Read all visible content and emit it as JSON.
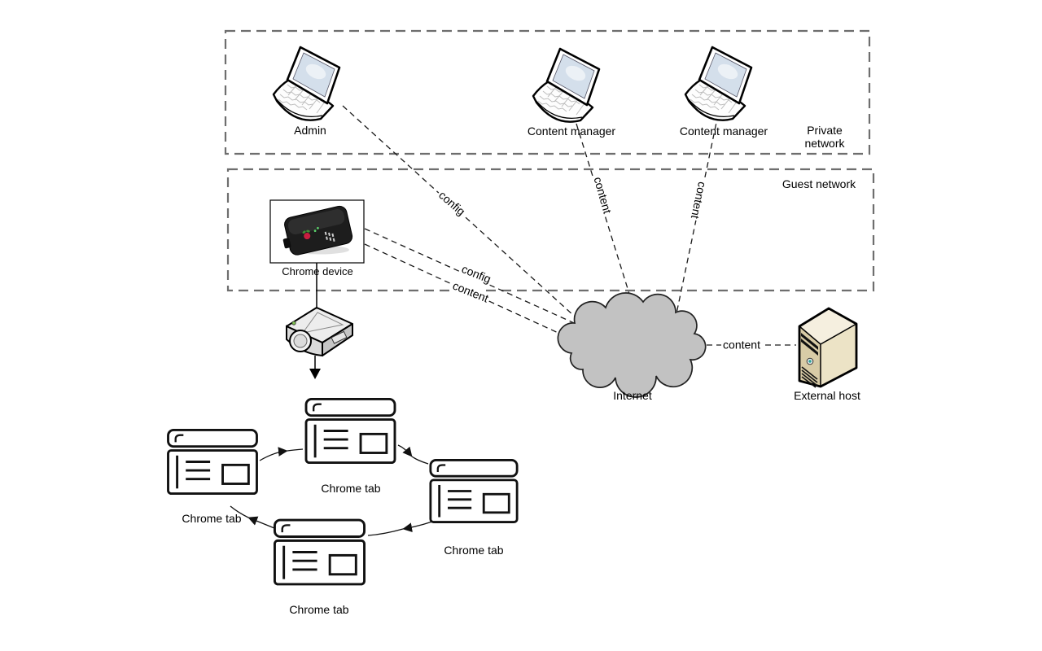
{
  "zones": {
    "private": {
      "label": "Private network"
    },
    "guest": {
      "label": "Guest network"
    }
  },
  "nodes": {
    "admin": {
      "label": "Admin",
      "icon": "laptop-icon"
    },
    "content_manager_1": {
      "label": "Content manager",
      "icon": "laptop-icon"
    },
    "content_manager_2": {
      "label": "Content manager",
      "icon": "laptop-icon"
    },
    "chrome_device": {
      "label": "Chrome device",
      "icon": "chrome-device-photo"
    },
    "projector": {
      "icon": "projector-icon"
    },
    "internet": {
      "label": "Internet",
      "icon": "cloud-icon"
    },
    "external_host": {
      "label": "External host",
      "icon": "server-icon"
    },
    "chrome_tab_1": {
      "label": "Chrome tab",
      "icon": "browser-window-icon"
    },
    "chrome_tab_2": {
      "label": "Chrome tab",
      "icon": "browser-window-icon"
    },
    "chrome_tab_3": {
      "label": "Chrome tab",
      "icon": "browser-window-icon"
    },
    "chrome_tab_4": {
      "label": "Chrome tab",
      "icon": "browser-window-icon"
    }
  },
  "edges": {
    "admin_to_internet": {
      "label": "config",
      "style": "dashed"
    },
    "content_manager_1_to_internet": {
      "label": "content",
      "style": "dashed"
    },
    "content_manager_2_to_internet": {
      "label": "content",
      "style": "dashed"
    },
    "chrome_device_to_internet_config": {
      "label": "config",
      "style": "dashed"
    },
    "chrome_device_to_internet_content": {
      "label": "content",
      "style": "dashed"
    },
    "internet_to_external_host": {
      "label": "content",
      "style": "dashed"
    }
  },
  "colors": {
    "background": "#ffffff",
    "line": "#1a1a1a",
    "zone_border": "#6e6e6e",
    "cloud_fill": "#c2c2c2",
    "laptop_screen": "#d4dfeb",
    "server_front": "#d8cba6",
    "server_side": "#ece3c6",
    "server_top": "#f5efdf",
    "device_body": "#1d1d1d",
    "raspberry_red": "#c81f3f",
    "led_green": "#5bd06a"
  }
}
